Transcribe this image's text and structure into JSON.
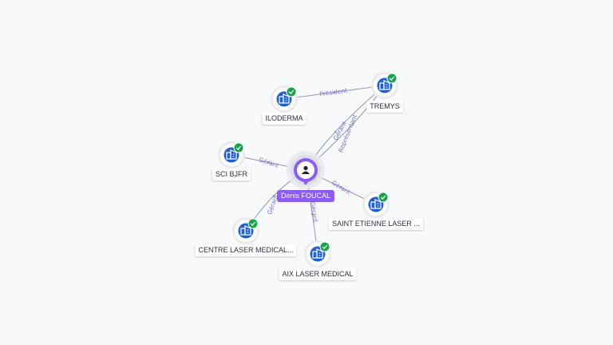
{
  "colors": {
    "edge": "#8d99ae",
    "edge_label": "#7b6fd6",
    "company_icon": "#1f5fd6",
    "verified": "#16a34a",
    "person": "#8b5cf6"
  },
  "center": {
    "id": "p",
    "label": "Denis FOUCAL",
    "icon": "person-icon"
  },
  "companies": [
    {
      "id": "iloderma",
      "label": "ILODERMA",
      "verified": true,
      "icon": "building-icon"
    },
    {
      "id": "tremys",
      "label": "TREMYS",
      "verified": true,
      "icon": "building-icon"
    },
    {
      "id": "scibjfr",
      "label": "SCI BJFR",
      "verified": true,
      "icon": "building-icon"
    },
    {
      "id": "saintetienne",
      "label": "SAINT ETIENNE LASER ...",
      "verified": true,
      "icon": "building-icon"
    },
    {
      "id": "centrelaser",
      "label": "CENTRE LASER MEDICAL...",
      "verified": true,
      "icon": "building-icon"
    },
    {
      "id": "aixlaser",
      "label": "AIX LASER MEDICAL",
      "verified": true,
      "icon": "building-icon"
    }
  ],
  "edges": [
    {
      "from": "tremys",
      "to": "iloderma",
      "label": "Président"
    },
    {
      "from": "p",
      "to": "tremys",
      "label": "Gérant"
    },
    {
      "from": "p",
      "to": "tremys",
      "label": "Représentant"
    },
    {
      "from": "p",
      "to": "scibjfr",
      "label": "Gérant"
    },
    {
      "from": "p",
      "to": "saintetienne",
      "label": "Gérant"
    },
    {
      "from": "p",
      "to": "centrelaser",
      "label": "Gérant"
    },
    {
      "from": "p",
      "to": "aixlaser",
      "label": "Gérant"
    }
  ]
}
